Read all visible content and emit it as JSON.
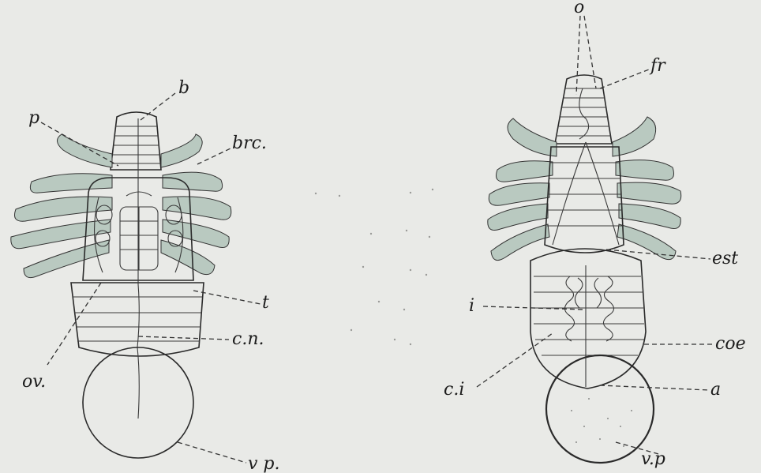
{
  "figures": [
    {
      "labels": {
        "b": "b",
        "p": "p",
        "brc": "brc.",
        "t": "t",
        "cn": "c.n.",
        "ov": "ov.",
        "vp": "v p."
      }
    },
    {
      "labels": {
        "o": "o",
        "fr": "fr",
        "est": "est",
        "i": "i",
        "coe": "coe",
        "ci": "c.i",
        "a": "a",
        "vp": "v.p"
      }
    }
  ],
  "colors": {
    "background": "#e9eae7",
    "ink": "#2a2a2a",
    "gill_tint": "#b9c9c0"
  }
}
